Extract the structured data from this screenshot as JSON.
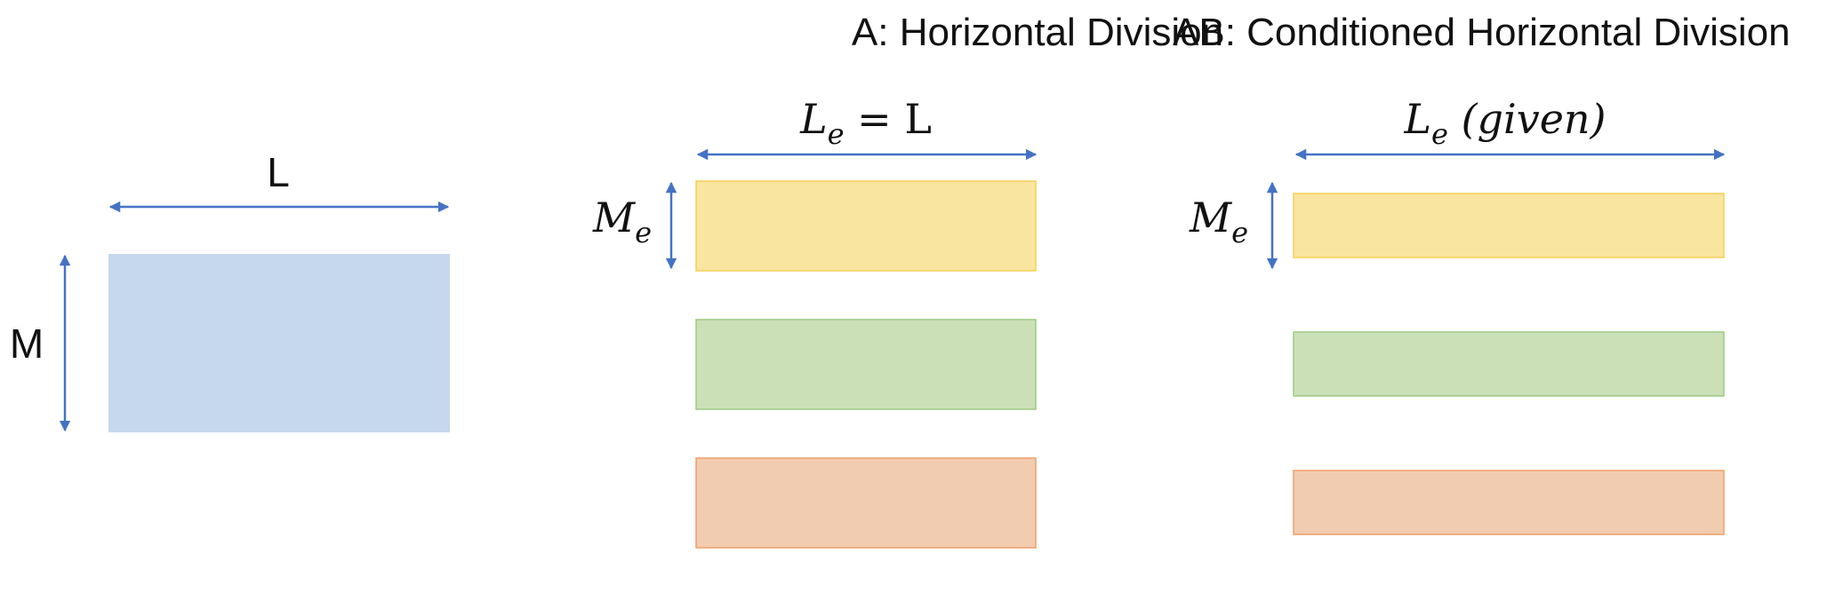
{
  "diagram": {
    "original": {
      "width_label": "L",
      "height_label": "M"
    },
    "panel_a": {
      "title": "A: Horizontal Division",
      "width_label": {
        "main": "L",
        "sub": "e",
        "rest": " = L"
      },
      "height_label": {
        "main": "M",
        "sub": "e"
      }
    },
    "panel_ab": {
      "title": "AB: Conditioned Horizontal Division",
      "width_label": {
        "main": "L",
        "sub": "e",
        "rest": " (given)"
      },
      "height_label": {
        "main": "M",
        "sub": "e"
      }
    },
    "colors": {
      "arrow": "#4472c4",
      "original_fill": "#c5d8ee",
      "yellow_fill": "#fae5a0",
      "yellow_stroke": "#f5cf55",
      "green_fill": "#cce0b8",
      "green_stroke": "#9ccb80",
      "orange_fill": "#f2ccb0",
      "orange_stroke": "#ef9f6a"
    }
  }
}
